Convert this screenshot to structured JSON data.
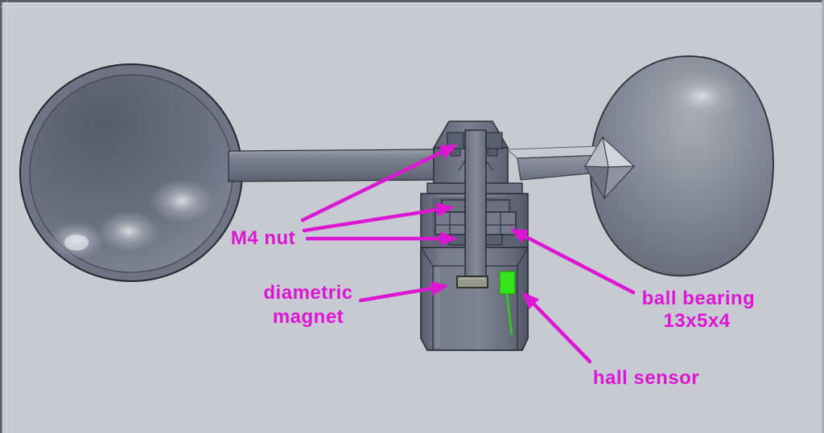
{
  "figure": {
    "kind": "cad-cross-section-annotation",
    "parts": [
      "wind-cup-left",
      "rotor-arm-left",
      "rotor-hub",
      "m4-nut-top",
      "m4-nut-middle",
      "m4-nut-bottom",
      "ball-bearing-left",
      "ball-bearing-right",
      "shaft",
      "sensor-housing",
      "diametric-magnet",
      "hall-sensor",
      "sensor-wire",
      "rotor-arm-right",
      "arm-arrow-connector",
      "wind-cup-right"
    ]
  },
  "labels": {
    "m4_nut": {
      "text": "M4 nut"
    },
    "diametric_magnet": {
      "line1": "diametric",
      "line2": "magnet"
    },
    "ball_bearing": {
      "line1": "ball bearing",
      "line2": "13x5x4"
    },
    "hall_sensor": {
      "text": "hall sensor"
    }
  },
  "colors": {
    "background": "#c7c9d3",
    "annotation_magenta": "#dc16d2",
    "hall_sensor_green": "#35e51a",
    "sensor_wire_green": "#2fd01c",
    "magnet_khaki": "#97978b",
    "model_gray": "#6b7181",
    "outline_dark": "#2d313b"
  }
}
